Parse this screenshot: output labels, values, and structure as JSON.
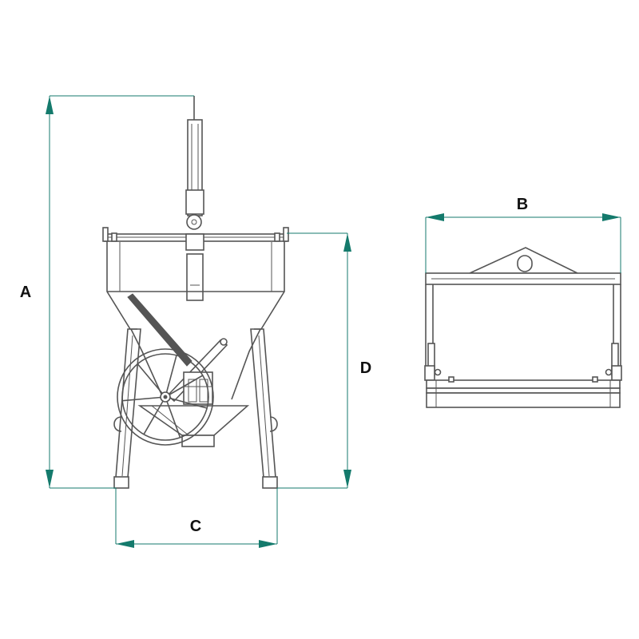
{
  "colors": {
    "dimension": "#147a6c",
    "outline": "#555555",
    "label": "#111111"
  },
  "dimensions": {
    "a": "A",
    "b": "B",
    "c": "C",
    "d": "D"
  }
}
